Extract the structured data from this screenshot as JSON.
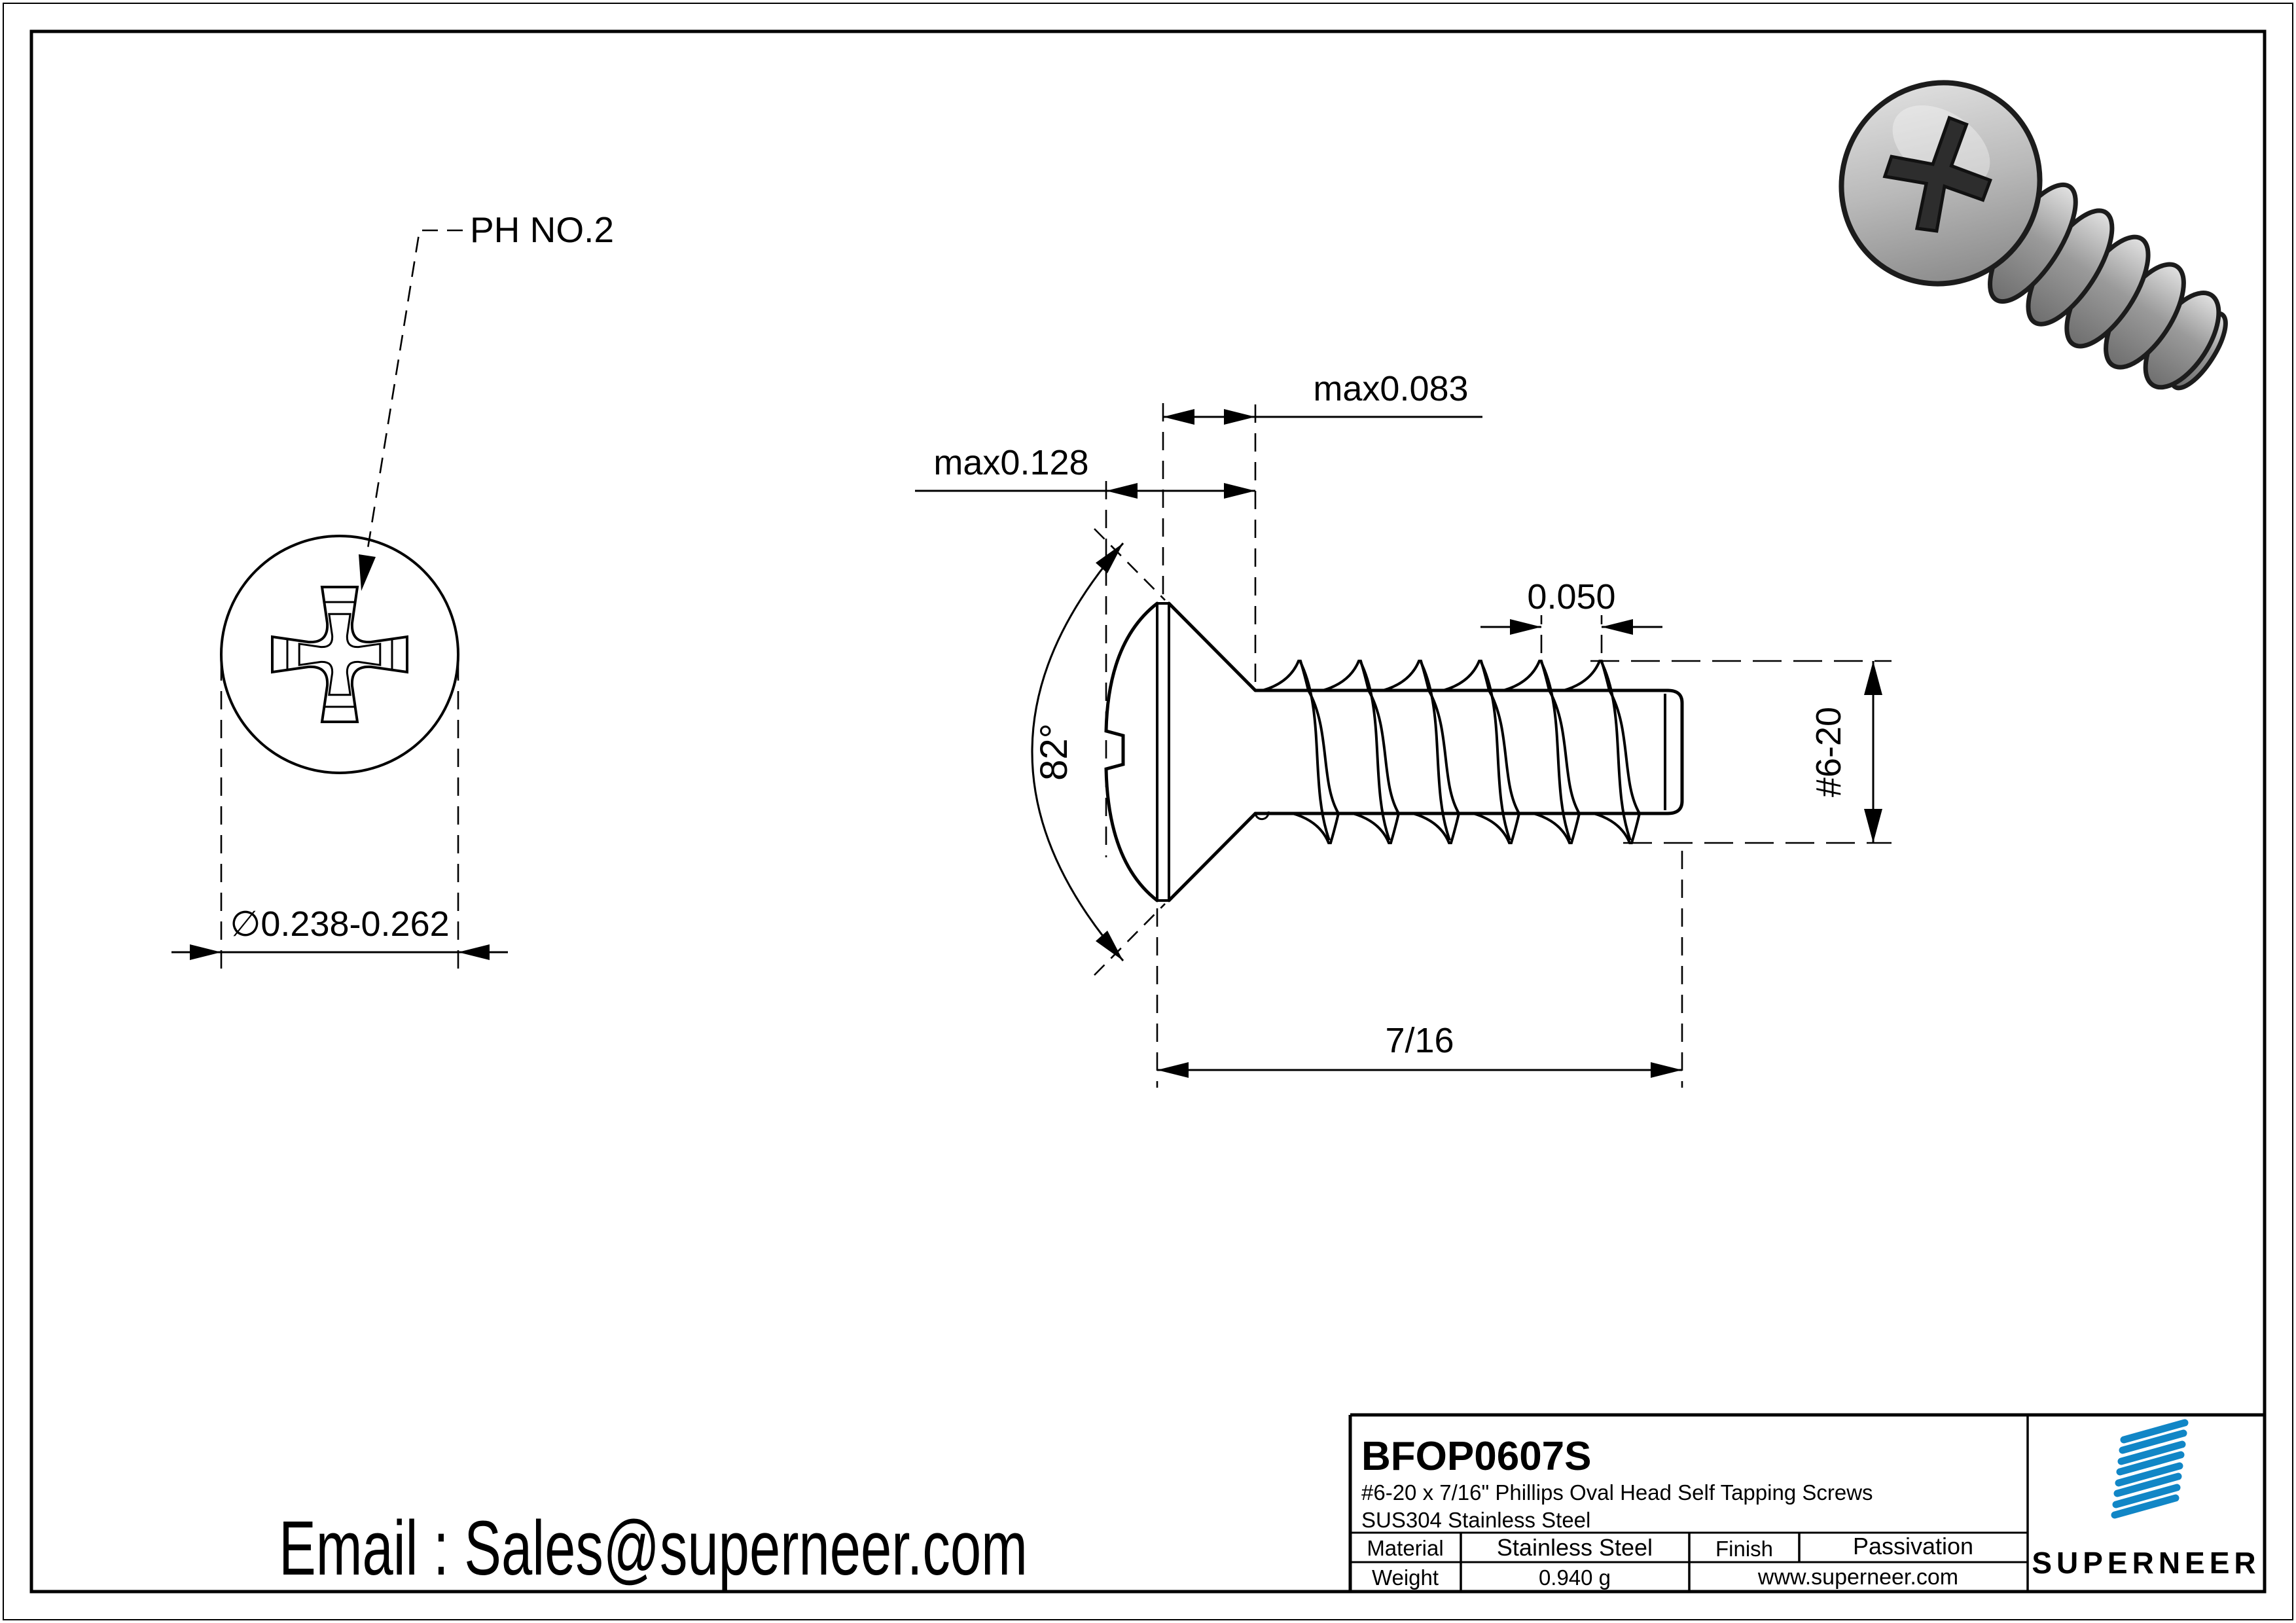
{
  "front_view": {
    "label": "PH NO.2",
    "diameter": "∅0.238-0.262"
  },
  "side_view": {
    "head_height": "max0.128",
    "cone_height": "max0.083",
    "angle": "82°",
    "pitch": "0.050",
    "thread": "#6-20",
    "length": "7/16"
  },
  "contact": {
    "email": "Email : Sales@superneer.com"
  },
  "title_block": {
    "part_number": "BFOP0607S",
    "description_line1": "#6-20 x 7/16\" Phillips Oval Head Self Tapping Screws",
    "description_line2": "SUS304 Stainless Steel",
    "material_label": "Material",
    "material_value": "Stainless Steel",
    "finish_label": "Finish",
    "finish_value": "Passivation",
    "weight_label": "Weight",
    "weight_value": "0.940 g",
    "website": "www.superneer.com",
    "brand": "SUPERNEER",
    "brand_color": "#1186c6",
    "link_color": "#2185cf"
  },
  "colors": {
    "line": "#000000",
    "render_outline": "#1c1c1c"
  }
}
